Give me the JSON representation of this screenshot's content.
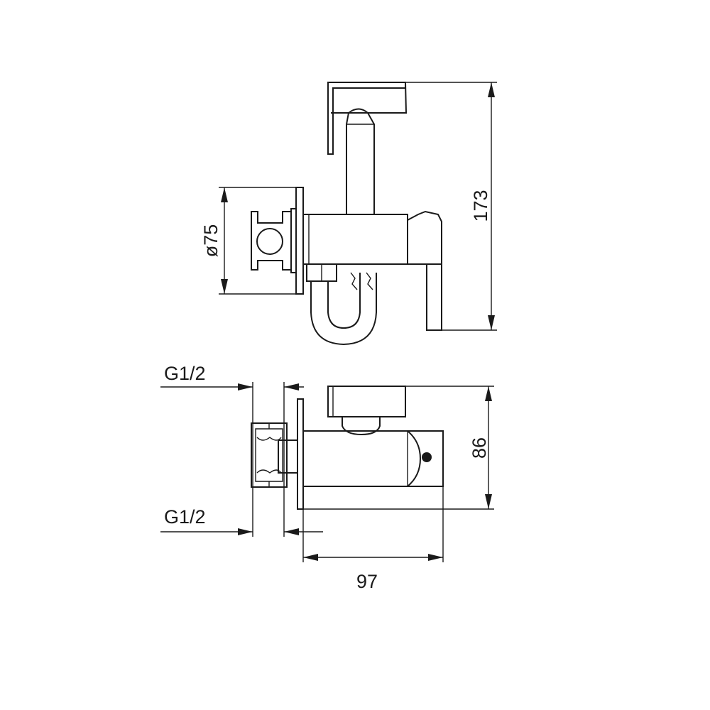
{
  "dimensions": {
    "diameter_label": "ø75",
    "height_top_label": "173",
    "height_bottom_label": "86",
    "width_label": "97",
    "thread_upper_label": "G1/2",
    "thread_lower_label": "G1/2"
  },
  "colors": {
    "line": "#1a1a1a",
    "background": "#ffffff"
  }
}
